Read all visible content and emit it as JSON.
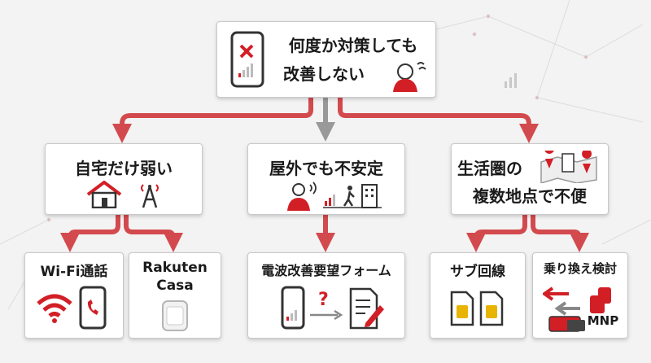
{
  "colors": {
    "accent": "#d21f26",
    "arrow": "#d34a4e",
    "arrow_grey": "#999999",
    "text": "#1a1a1a"
  },
  "root": {
    "line1": "何度か対策しても",
    "line2": "改善しない"
  },
  "branches": {
    "home": {
      "label": "自宅だけ弱い"
    },
    "outdoor": {
      "label": "屋外でも不安定"
    },
    "area": {
      "line1": "生活圏の",
      "line2": "複数地点で不便"
    }
  },
  "solutions": {
    "wifi_call": {
      "label": "Wi-Fi通話"
    },
    "casa": {
      "line1": "Rakuten",
      "line2": "Casa"
    },
    "form": {
      "label": "電波改善要望フォーム"
    },
    "sub": {
      "label": "サブ回線"
    },
    "mnp": {
      "label": "乗り換え検討",
      "tag": "MNP"
    }
  },
  "icons": [
    "phone-no-signal-icon",
    "frustrated-person-icon",
    "house-icon",
    "antenna-tower-icon",
    "person-phone-icon",
    "walking-signal-icon",
    "map-pin-icon",
    "wifi-icon",
    "phone-call-icon",
    "router-icon",
    "question-icon",
    "form-pen-icon",
    "sim-card-icon",
    "suitcase-icon"
  ]
}
